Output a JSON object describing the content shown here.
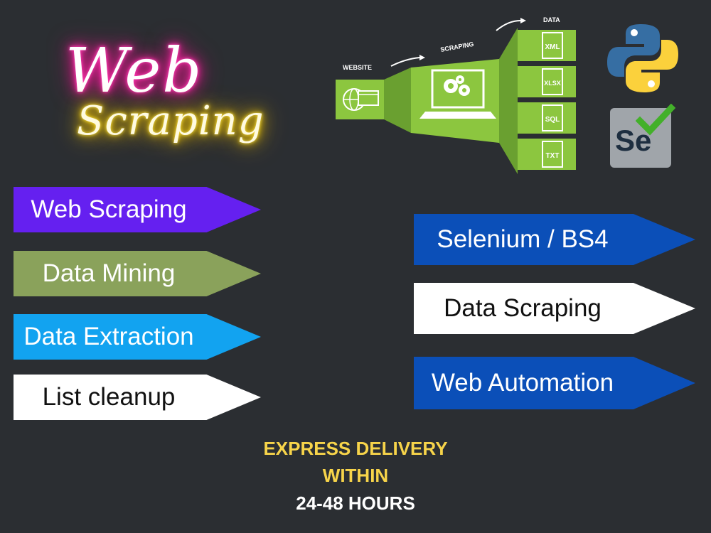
{
  "title": {
    "line1": "Web",
    "line2": "Scraping"
  },
  "diagram": {
    "website_label": "WEBSITE",
    "scraping_label": "SCRAPING",
    "data_label": "DATA",
    "formats": [
      "XML",
      "XLSX",
      "SQL",
      "TXT"
    ]
  },
  "logos": {
    "selenium_text": "Se"
  },
  "left_tags": [
    {
      "label": "Web Scraping",
      "color": "#6520f0",
      "text_color": "#ffffff"
    },
    {
      "label": "Data Mining",
      "color": "#8aa25b",
      "text_color": "#ffffff"
    },
    {
      "label": "Data Extraction",
      "color": "#12a3f0",
      "text_color": "#ffffff"
    },
    {
      "label": "List cleanup",
      "color": "#ffffff",
      "text_color": "#111111"
    }
  ],
  "right_tags": [
    {
      "label": "Selenium / BS4",
      "color": "#0b4fb8",
      "text_color": "#ffffff"
    },
    {
      "label": "Data Scraping",
      "color": "#ffffff",
      "text_color": "#111111"
    },
    {
      "label": "Web Automation",
      "color": "#0b4fb8",
      "text_color": "#ffffff"
    }
  ],
  "footer": {
    "line1": "EXPRESS DELIVERY",
    "line2": "WITHIN",
    "line3": "24-48 HOURS",
    "accent": "#f7d44a"
  }
}
